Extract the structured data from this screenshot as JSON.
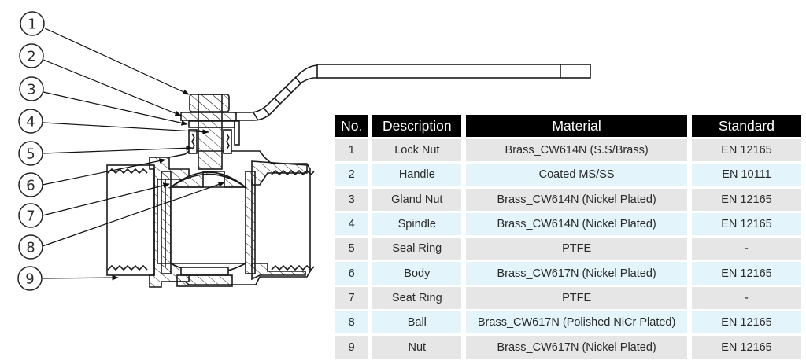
{
  "diagram": {
    "title": "Ball valve sectional view",
    "callouts": [
      "1",
      "2",
      "3",
      "4",
      "5",
      "6",
      "7",
      "8",
      "9"
    ]
  },
  "table": {
    "headers": {
      "no": "No.",
      "description": "Description",
      "material": "Material",
      "standard": "Standard"
    },
    "rows": [
      {
        "no": "1",
        "description": "Lock Nut",
        "material": "Brass_CW614N (S.S/Brass)",
        "standard": "EN 12165"
      },
      {
        "no": "2",
        "description": "Handle",
        "material": "Coated MS/SS",
        "standard": "EN 10111"
      },
      {
        "no": "3",
        "description": "Gland Nut",
        "material": "Brass_CW614N (Nickel Plated)",
        "standard": "EN 12165"
      },
      {
        "no": "4",
        "description": "Spindle",
        "material": "Brass_CW614N (Nickel Plated)",
        "standard": "EN 12165"
      },
      {
        "no": "5",
        "description": "Seal Ring",
        "material": "PTFE",
        "standard": "-"
      },
      {
        "no": "6",
        "description": "Body",
        "material": "Brass_CW617N (Nickel Plated)",
        "standard": "EN 12165"
      },
      {
        "no": "7",
        "description": "Seat Ring",
        "material": "PTFE",
        "standard": "-"
      },
      {
        "no": "8",
        "description": "Ball",
        "material": "Brass_CW617N (Polished NiCr Plated)",
        "standard": "EN 12165"
      },
      {
        "no": "9",
        "description": "Nut",
        "material": "Brass_CW617N (Nickel Plated)",
        "standard": "EN 12165"
      }
    ]
  },
  "colors": {
    "header_bg": "#000000",
    "header_text": "#ffffff",
    "row_odd": "#e6e6e6",
    "row_even": "#e3f4fb",
    "line": "#1a1a1a"
  }
}
